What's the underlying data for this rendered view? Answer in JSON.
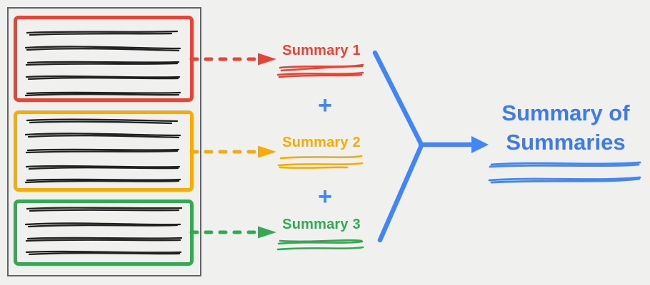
{
  "colors": {
    "bg": "#f0f0ef",
    "frame": "#5f6368",
    "ink": "#212121",
    "red": "#e84335",
    "orange": "#f9ab00",
    "green": "#34a853",
    "blue": "#4285f4",
    "blue_text": "#3e7ae8"
  },
  "source_document": {
    "chunks": [
      {
        "color": "red",
        "text_line_count": 5
      },
      {
        "color": "orange",
        "text_line_count": 5
      },
      {
        "color": "green",
        "text_line_count": 4
      }
    ]
  },
  "summaries": [
    {
      "label": "Summary 1",
      "color": "red"
    },
    {
      "label": "Summary 2",
      "color": "orange"
    },
    {
      "label": "Summary 3",
      "color": "green"
    }
  ],
  "operators": {
    "plus": "+"
  },
  "result": {
    "label": "Summary of Summaries",
    "color": "blue"
  }
}
